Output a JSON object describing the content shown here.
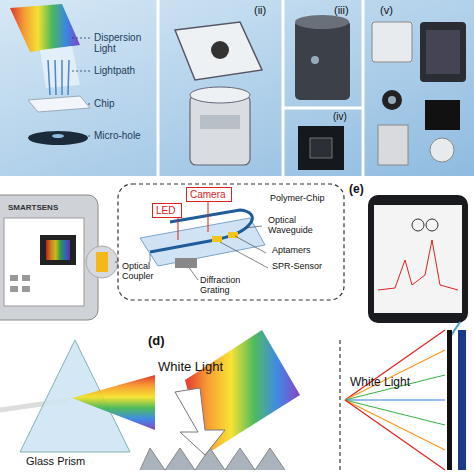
{
  "diagram": {
    "nodes": [
      {
        "text": [
          "Camera"
        ]
      },
      {
        "text": [
          "LED"
        ]
      }
    ],
    "labels": [
      "Dispersion Light",
      "Lightpath",
      "Chip",
      "Micro-hole",
      "(ii)",
      "(iii)",
      "(iv)",
      "(v)",
      "SMARTSENS",
      "Polymer-Chip",
      "Optical Waveguide",
      "Aptamers",
      "SPR-Sensor",
      "Optical Coupler",
      "Diffraction Grating",
      "(e)",
      "(d)",
      "White Light",
      "White Light",
      "Glass Prism"
    ]
  }
}
